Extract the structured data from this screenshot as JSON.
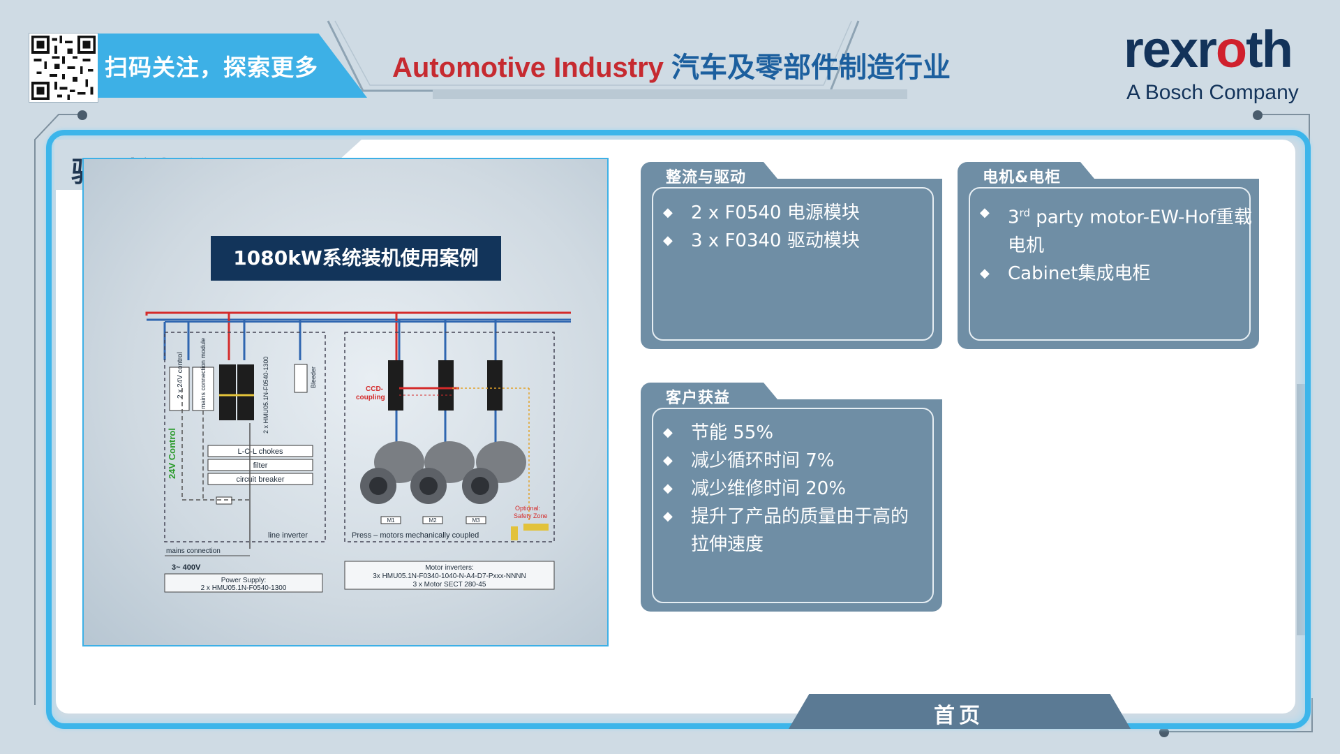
{
  "header": {
    "scan_text": "扫码关注，探索更多",
    "title_part1": "Automotive Industry ",
    "title_part2": "汽车及零部件制造行业",
    "brand": "rexroth",
    "brand_sub": "A Bosch Company"
  },
  "section": {
    "title": "驱动控制单元"
  },
  "diagram": {
    "heading": "1080kW系统装机使用案例",
    "labels": {
      "control": "24V Control",
      "supply_module": "2 x 24V control",
      "mains_module": "mains connection module",
      "chokes": "L-C-L  chokes",
      "filter": "filter",
      "breaker": "circuit breaker",
      "hmu_vertical": "2 x HMU05.1N-F0540-1300",
      "bleeder": "Bleeder",
      "line_inverter": "line inverter",
      "mains_connection": "mains connection",
      "voltage": "3~ 400V",
      "ps_line1": "Power Supply:",
      "ps_line2": "2 x HMU05.1N-F0540-1300",
      "ccd": "CCD-",
      "ccd2": "coupling",
      "m1": "M1",
      "m2": "M2",
      "m3": "M3",
      "optional1": "Optional:",
      "optional2": "Safety Zone",
      "press": "Press – motors mechanically coupled",
      "mi_line1": "Motor inverters:",
      "mi_line2": "3x HMU05.1N-F0340-1040-N-A4-D7-Pxxx-NNNN",
      "mi_line3": "3 x Motor SECT 280-45"
    }
  },
  "cards": {
    "rectify": {
      "title": "整流与驱动",
      "items": [
        "2 x F0540 电源模块",
        "3 x F0340 驱动模块"
      ]
    },
    "motor": {
      "title": "电机&电柜",
      "item1_pre": "3",
      "item1_sup": "rd",
      "item1_post": " party motor-EW-Hof重载",
      "item1_cont": "电机",
      "item2": "Cabinet集成电柜"
    },
    "benefit": {
      "title": "客户获益",
      "items": [
        "节能 55%",
        "减少循环时间 7%",
        "减少维修时间 20%"
      ],
      "item4": "提升了产品的质量由于高的",
      "item4_cont": "拉伸速度"
    }
  },
  "nav": {
    "home": "首页"
  },
  "colors": {
    "accent": "#3db0e6",
    "card": "#6f8ea5",
    "brand": "#13335a",
    "red": "#c62a30"
  }
}
